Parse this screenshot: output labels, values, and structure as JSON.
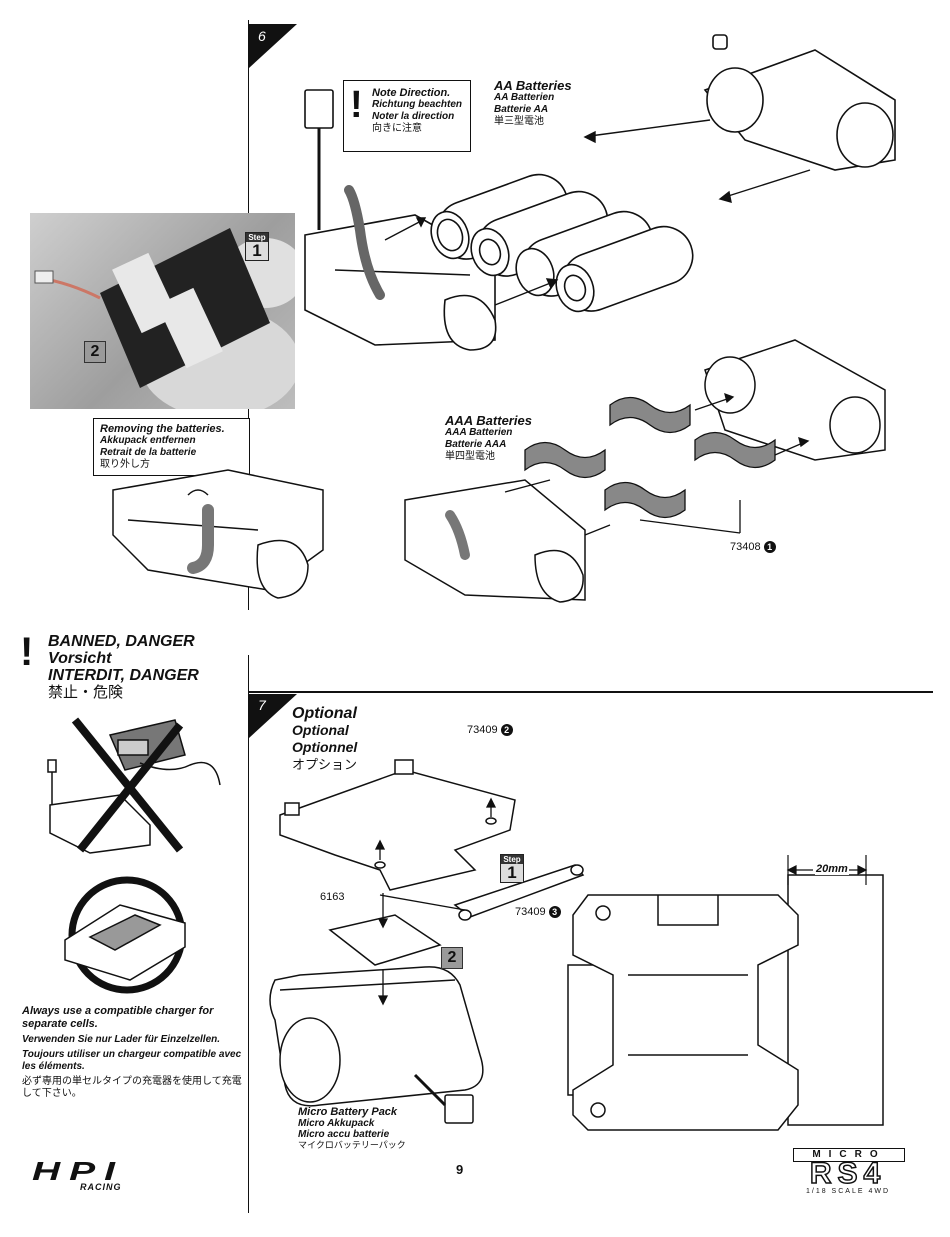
{
  "steps": {
    "six": "6",
    "seven": "7"
  },
  "note_direction": {
    "lines": [
      "Note Direction.",
      "Richtung beachten",
      "Noter la direction",
      "向きに注意"
    ]
  },
  "aa_batteries": {
    "lines": [
      "AA Batteries",
      "AA Batterien",
      "Batterie AA",
      "単三型電池"
    ]
  },
  "aaa_batteries": {
    "lines": [
      "AAA Batteries",
      "AAA Batterien",
      "Batterie AAA",
      "単四型電池"
    ]
  },
  "removing": {
    "lines": [
      "Removing the batteries.",
      "Akkupack entfernen",
      "Retrait de la batterie",
      "取り外し方"
    ]
  },
  "photo_steps": {
    "step_word": "Step",
    "one": "1",
    "two": "2"
  },
  "part_73408": {
    "number": "73408",
    "circle": "1"
  },
  "danger": {
    "lines": [
      "BANNED, DANGER",
      "Vorsicht",
      "INTERDIT, DANGER",
      "禁止・危険"
    ]
  },
  "charger_note": {
    "lines": [
      "Always use a compatible charger for separate cells.",
      "Verwenden Sie nur Lader für Einzelzellen.",
      "Toujours utiliser un chargeur compatible avec les éléments.",
      "必ず専用の単セルタイプの充電器を使用して充電して下さい。"
    ]
  },
  "optional": {
    "lines": [
      "Optional",
      "Optional",
      "Optionnel",
      "オプション"
    ]
  },
  "part_73409_2": {
    "number": "73409",
    "circle": "2"
  },
  "part_73409_3": {
    "number": "73409",
    "circle": "3"
  },
  "part_6163": "6163",
  "step7_steps": {
    "step_word": "Step",
    "one": "1",
    "two": "2"
  },
  "dimension": "20mm",
  "micro_battery": {
    "lines": [
      "Micro Battery Pack",
      "Micro Akkupack",
      "Micro accu batterie",
      "マイクロバッテリーパック"
    ]
  },
  "page_number": "9",
  "brand": {
    "hpi": "HPI",
    "racing": "RACING"
  },
  "product_logo": {
    "micro": "MICRO",
    "rs4": "RS4",
    "tagline": "1/18 SCALE 4WD"
  },
  "colors": {
    "ink": "#111111",
    "grey": "#8a8a8a",
    "photo": "#9a9a9a"
  }
}
